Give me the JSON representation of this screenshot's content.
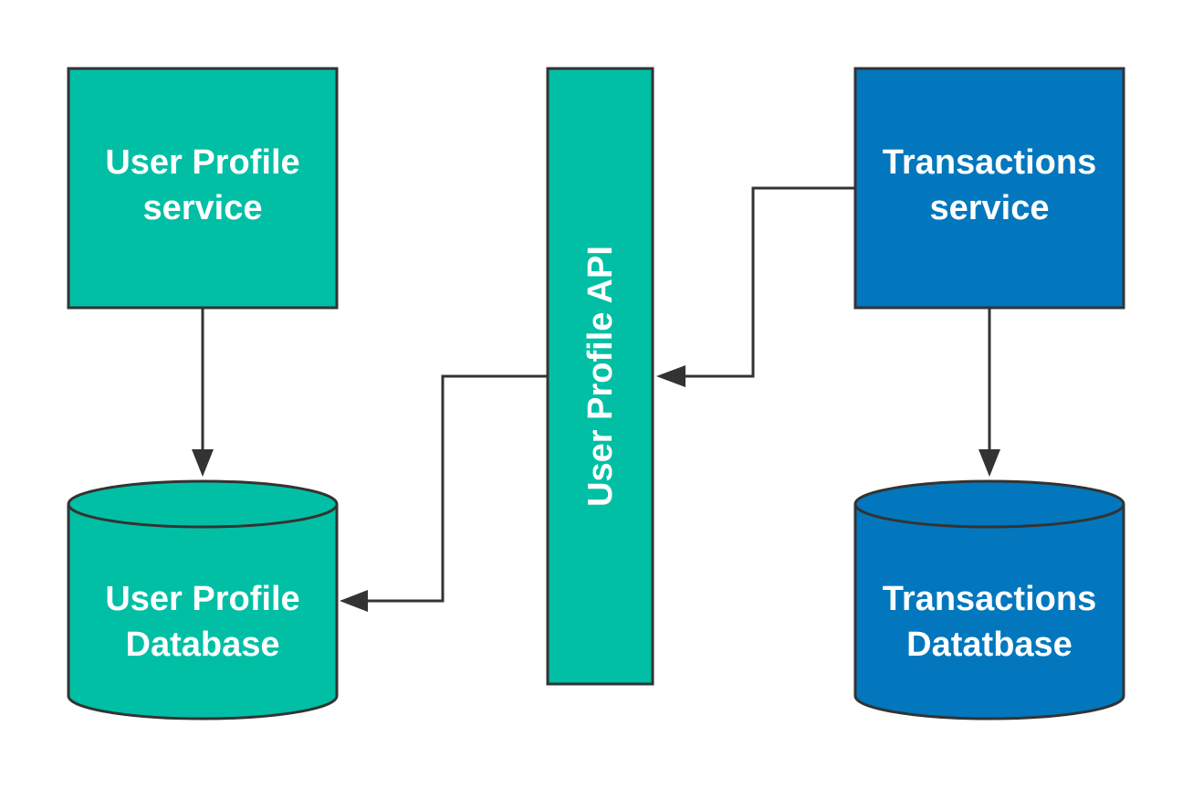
{
  "colors": {
    "user_profile": "#00bfa5",
    "transactions": "#0277bd",
    "outline": "#333333",
    "label": "#ffffff",
    "background": "#ffffff"
  },
  "nodes": {
    "user_profile_service": {
      "line1": "User Profile",
      "line2": "service",
      "shape": "rectangle"
    },
    "user_profile_database": {
      "line1": "User Profile",
      "line2": "Database",
      "shape": "cylinder"
    },
    "user_profile_api": {
      "label": "User Profile API",
      "shape": "vertical-bar"
    },
    "transactions_service": {
      "line1": "Transactions",
      "line2": "service",
      "shape": "rectangle"
    },
    "transactions_database": {
      "line1": "Transactions",
      "line2": "Datatbase",
      "shape": "cylinder"
    }
  },
  "edges": [
    {
      "from": "user_profile_service",
      "to": "user_profile_database"
    },
    {
      "from": "user_profile_api",
      "to": "user_profile_database"
    },
    {
      "from": "transactions_service",
      "to": "user_profile_api"
    },
    {
      "from": "transactions_service",
      "to": "transactions_database"
    }
  ]
}
